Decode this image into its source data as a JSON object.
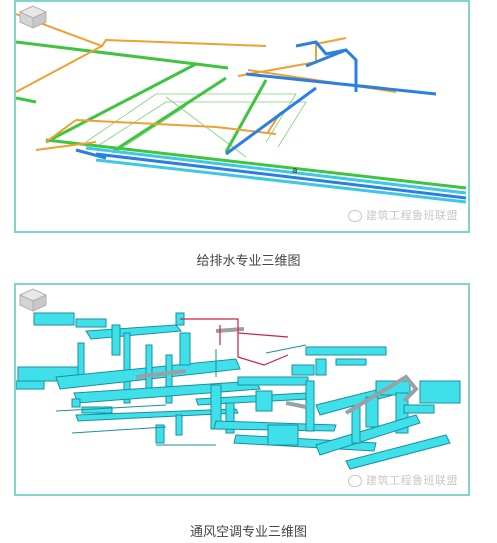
{
  "figures": [
    {
      "caption": "给排水专业三维图",
      "watermark": "建筑工程鲁班联盟",
      "label_mark": "a",
      "colors": {
        "green": "#3ec43e",
        "orange": "#f0a030",
        "blue": "#2a7fe0",
        "cyan": "#3cc8e6"
      }
    },
    {
      "caption": "通风空调专业三维图",
      "watermark": "建筑工程鲁班联盟",
      "colors": {
        "duct": "#3fe0ea",
        "duct_edge": "#1a8fa0",
        "red": "#d02040",
        "gray": "#9aa0a8"
      }
    }
  ]
}
